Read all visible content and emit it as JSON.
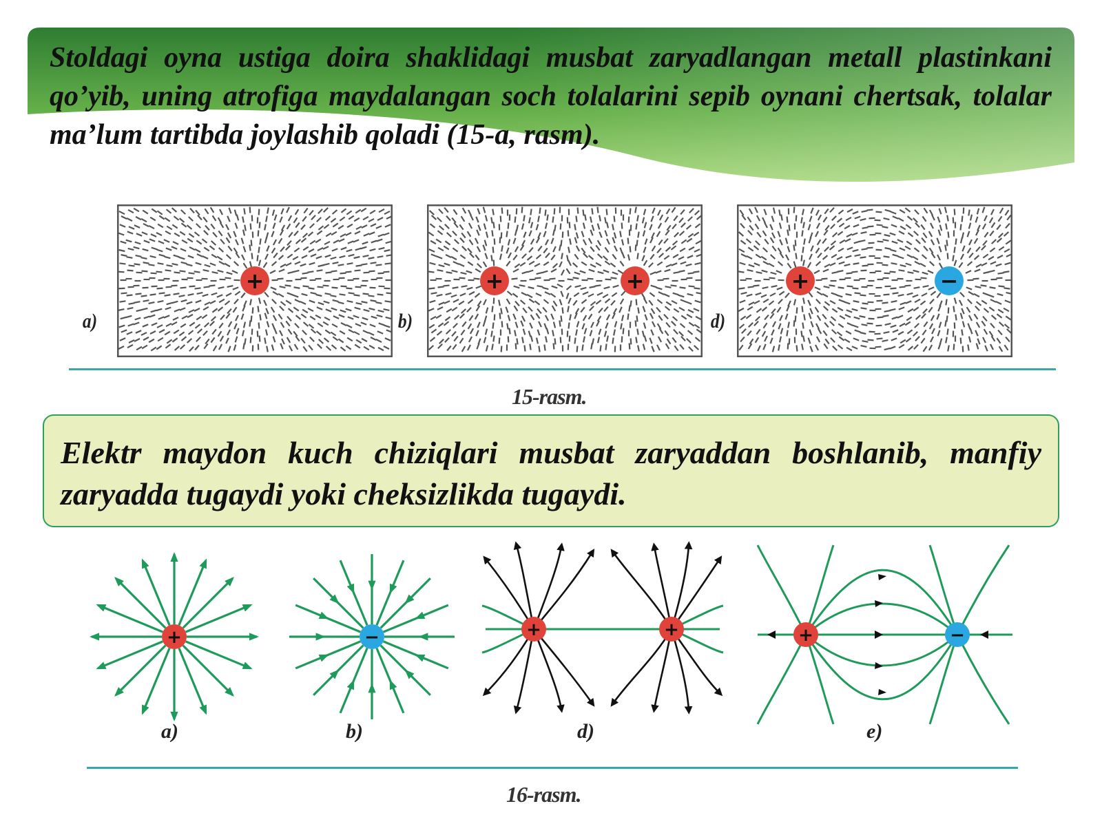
{
  "intro_text": "Stoldagi oyna ustiga doira shaklidagi musbat zaryadlangan metall plastinkani qo’yib, uning atrofiga maydalangan soch tolalarini sepib oynani chertsak, tolalar ma’lum tartibda joylashib qoladi (15-a, rasm).",
  "figure15": {
    "caption": "15-rasm.",
    "panels": [
      {
        "label": "a)",
        "charges": [
          "+"
        ]
      },
      {
        "label": "b)",
        "charges": [
          "+",
          "+"
        ]
      },
      {
        "label": "d)",
        "charges": [
          "+",
          "−"
        ]
      }
    ]
  },
  "definition_text": "Elektr maydon kuch chiziqlari musbat zaryaddan boshlanib, manfiy zaryadda tugaydi yoki cheksizlikda tugaydi.",
  "figure16": {
    "caption": "16-rasm.",
    "panels": [
      {
        "label": "a)",
        "charges": [
          "+"
        ]
      },
      {
        "label": "b)",
        "charges": [
          "−"
        ]
      },
      {
        "label": "d)",
        "charges": [
          "+",
          "+"
        ]
      },
      {
        "label": "e)",
        "charges": [
          "+",
          "−"
        ]
      }
    ]
  },
  "colors": {
    "banner_dark": "#2e7d32",
    "banner_light": "#a5d67a",
    "line_green": "#1e9a5a",
    "positive_charge": "#e0433a",
    "negative_charge": "#2aa6e0",
    "rule_teal": "#39a6a8",
    "definition_fill": "#e9efbf"
  }
}
